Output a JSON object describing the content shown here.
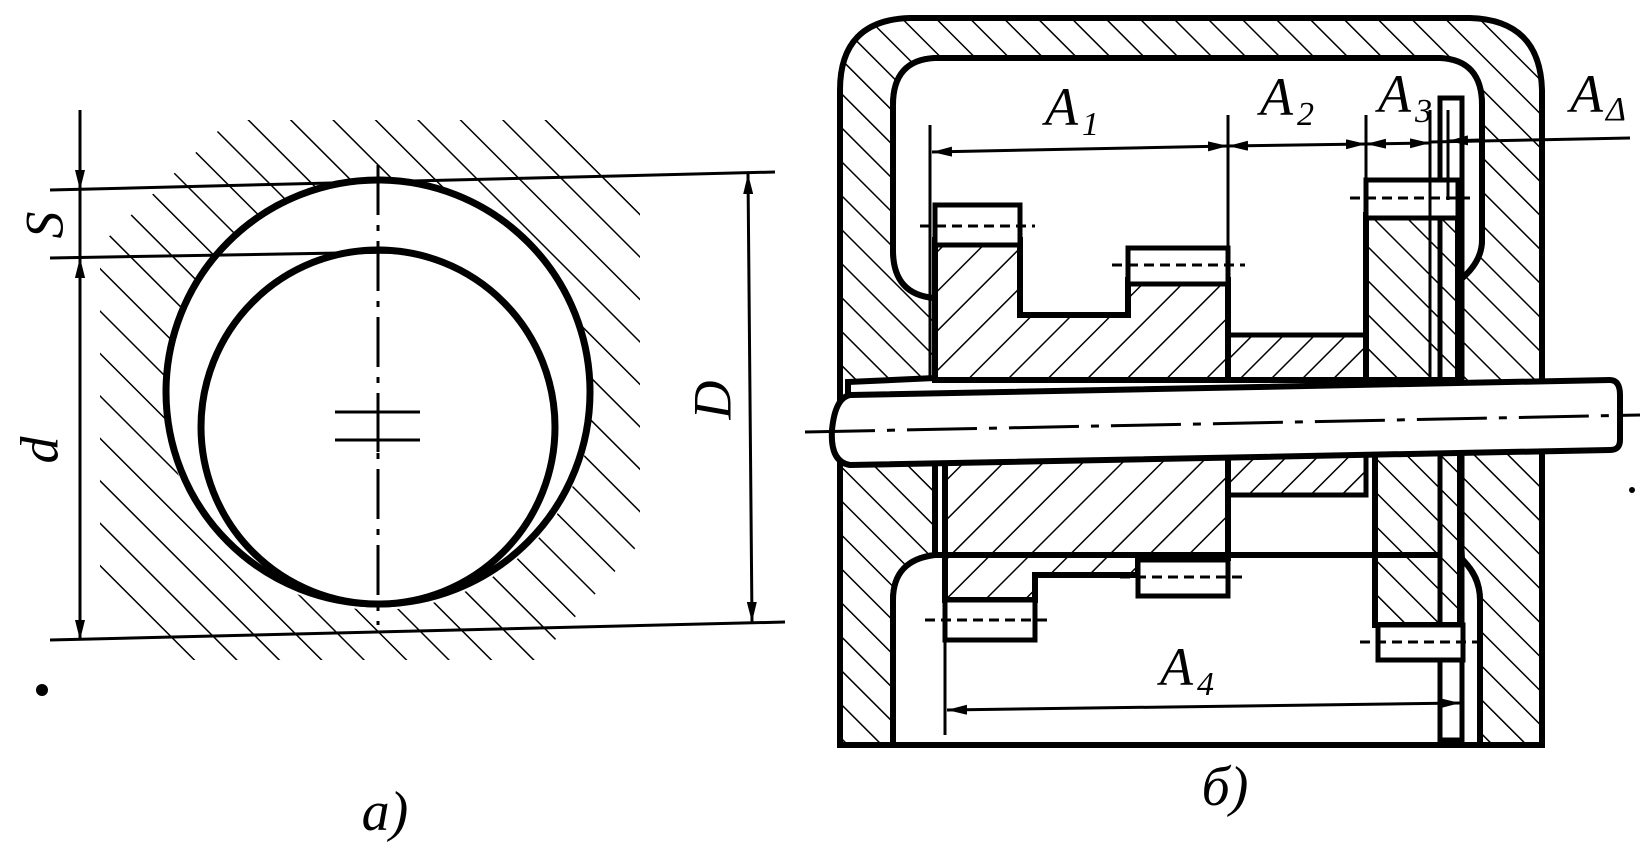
{
  "figure_a": {
    "labels": {
      "s": "S",
      "d": "d",
      "D": "D"
    },
    "caption": "a)"
  },
  "figure_b": {
    "labels": {
      "a1_main": "A",
      "a1_sub": "1",
      "a2_main": "A",
      "a2_sub": "2",
      "a3_main": "A",
      "a3_sub": "3",
      "a4_main": "A",
      "a4_sub": "4",
      "ad_main": "A",
      "ad_sub": "Δ"
    },
    "caption": "б)"
  },
  "colors": {
    "ink": "#000000",
    "paper": "#ffffff"
  }
}
